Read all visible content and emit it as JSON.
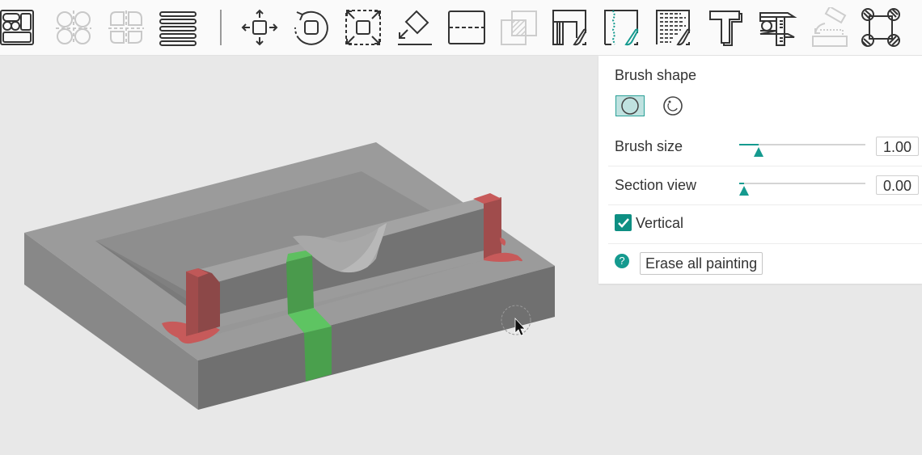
{
  "toolbar": {
    "icons": [
      {
        "name": "arrange-icon",
        "enabled": true
      },
      {
        "name": "split-to-objects-icon",
        "enabled": false
      },
      {
        "name": "split-to-parts-icon",
        "enabled": false
      },
      {
        "name": "layers-editing-icon",
        "enabled": true
      },
      {
        "name": "move-icon",
        "enabled": true
      },
      {
        "name": "rotate-icon",
        "enabled": true
      },
      {
        "name": "scale-icon",
        "enabled": true
      },
      {
        "name": "lay-on-face-icon",
        "enabled": true
      },
      {
        "name": "cut-icon",
        "enabled": true
      },
      {
        "name": "mesh-boolean-icon",
        "enabled": false
      },
      {
        "name": "support-painting-icon",
        "enabled": true
      },
      {
        "name": "seam-painting-icon",
        "enabled": true,
        "active": true
      },
      {
        "name": "fuzzy-skin-painting-icon",
        "enabled": true
      },
      {
        "name": "text-emboss-icon",
        "enabled": true
      },
      {
        "name": "measure-icon",
        "enabled": true
      },
      {
        "name": "assembly-icon",
        "enabled": false
      },
      {
        "name": "brim-ears-icon",
        "enabled": true
      }
    ]
  },
  "panel": {
    "brush_shape_label": "Brush shape",
    "brush_shapes": [
      {
        "name": "circle",
        "active": true
      },
      {
        "name": "sphere",
        "active": false
      }
    ],
    "brush_size": {
      "label": "Brush size",
      "value": "1.00",
      "percent": 15
    },
    "section_view": {
      "label": "Section view",
      "value": "0.00",
      "percent": 2
    },
    "vertical": {
      "label": "Vertical",
      "checked": true
    },
    "help_glyph": "?",
    "erase_button_label": "Erase all painting"
  },
  "colors": {
    "accent": "#159a8f",
    "enforcer_paint": "#c75a5a",
    "blocker_paint": "#4fb352",
    "model_top": "#9b9b9b",
    "model_side_dark": "#707070",
    "background": "#e8e8e8"
  }
}
